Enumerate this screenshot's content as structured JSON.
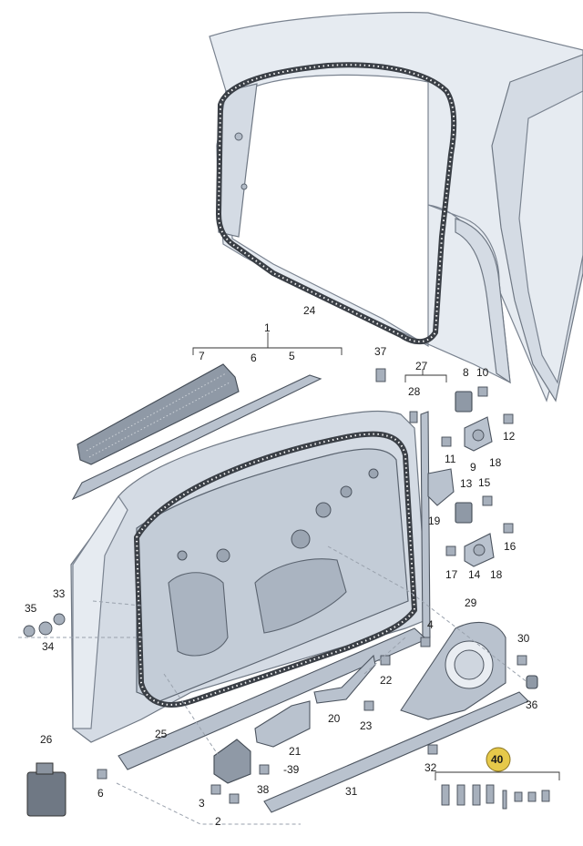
{
  "labels": {
    "l1": "1",
    "l2": "2",
    "l3": "3",
    "l4": "4",
    "l5": "5",
    "l6a": "6",
    "l6b": "6",
    "l7": "7",
    "l8": "8",
    "l9": "9",
    "l10": "10",
    "l11": "11",
    "l12": "12",
    "l13": "13",
    "l14": "14",
    "l15": "15",
    "l16": "16",
    "l17": "17",
    "l18a": "18",
    "l18b": "18",
    "l19": "19",
    "l20": "20",
    "l21": "21",
    "l22": "22",
    "l23": "23",
    "l24": "24",
    "l25": "25",
    "l26": "26",
    "l27": "27",
    "l28": "28",
    "l29": "29",
    "l30": "30",
    "l31": "31",
    "l32": "32",
    "l33": "33",
    "l34": "34",
    "l35": "35",
    "l36": "36",
    "l37": "37",
    "l38": "38",
    "l39": "-39",
    "l40": "40"
  },
  "colors": {
    "highlight": "#e6c94a",
    "body": "#d4dbe4",
    "seal": "#3a3f46"
  }
}
